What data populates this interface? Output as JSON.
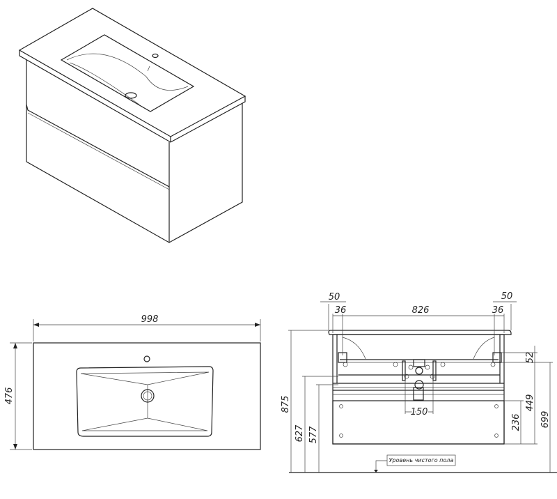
{
  "iso_view": {
    "title": "isometric"
  },
  "plan_view": {
    "width": "998",
    "depth": "476"
  },
  "front_view": {
    "side_overhang_left": "50",
    "side_inset_left": "36",
    "inner_width": "826",
    "side_inset_right": "36",
    "side_overhang_right": "50",
    "total_height": "875",
    "height_627": "627",
    "height_577": "577",
    "drain_spacing": "150",
    "offset_52": "52",
    "height_449": "449",
    "height_236": "236",
    "height_699": "699",
    "floor_label": "Уровень чистого пола"
  }
}
